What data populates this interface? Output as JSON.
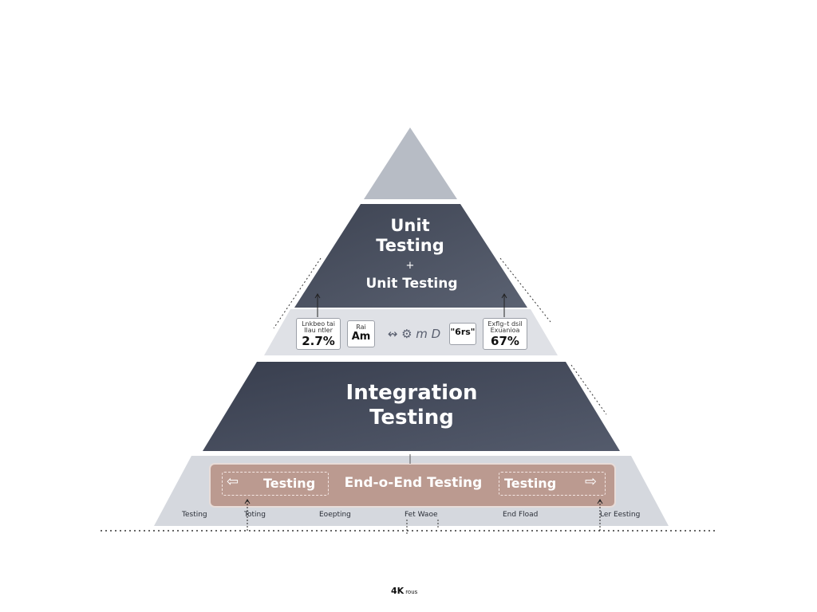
{
  "diagram": {
    "tier1": {
      "line1": "Unit",
      "line2": "Testing",
      "plus": "+",
      "line3": "Unit Testing"
    },
    "metrics": {
      "left": {
        "caption1": "Lnkbeo tai",
        "caption2": "Ilau ntler",
        "value": "2.7%"
      },
      "mid_left": {
        "caption": "Rai",
        "value": "Am"
      },
      "center_text": "↭ ⚙ m D",
      "mid_right": {
        "value": "\"6rs\""
      },
      "right": {
        "caption1": "Exflg–t dsil",
        "caption2": "Exuanioa",
        "value": "67%"
      }
    },
    "tier2": {
      "line1": "Integration",
      "line2": "Testing"
    },
    "tier3": {
      "left_pill": {
        "arrow": "⇦",
        "label": "Testing"
      },
      "center_label": "End-o-End Testing",
      "right_pill": {
        "label": "Testing",
        "arrow": "⇨"
      }
    },
    "base_labels": [
      "Testing",
      "Toting",
      "Eoepting",
      "Fet Waoe",
      "End Fload",
      "Ler Eesting"
    ],
    "footer": {
      "strong": "4K",
      "rest": "rous"
    },
    "colors": {
      "apex": "#b7bcc5",
      "tier_dark": "#4d5465",
      "band_light": "#dfe1e6",
      "base_light": "#d5d8de",
      "e2e_pill": "#bb9a90"
    }
  }
}
